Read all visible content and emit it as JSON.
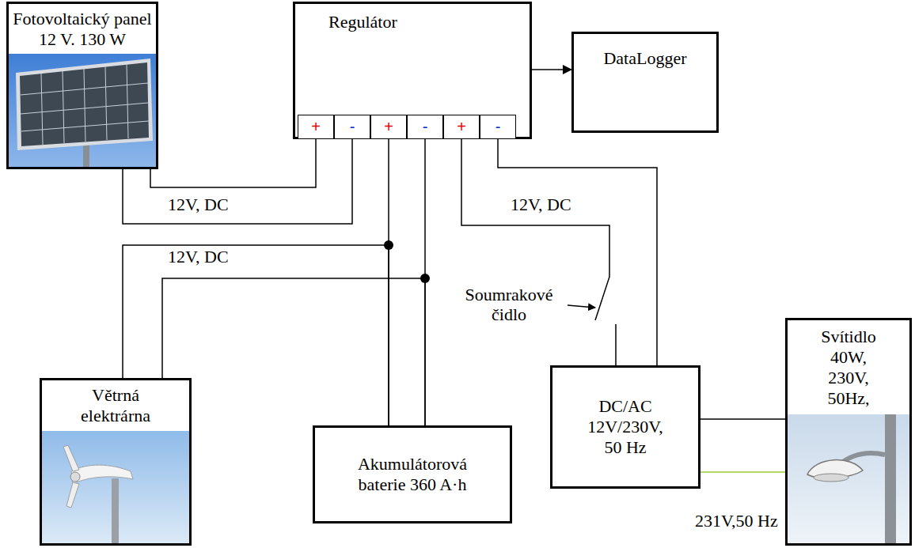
{
  "diagram": {
    "nodes": [
      {
        "text": [
          "Fotovoltaický panel 12 V. 130 W"
        ]
      },
      {
        "text": [
          "Regulátor"
        ]
      },
      {
        "text": [
          "DataLogger"
        ]
      },
      {
        "text": [
          "Větrná elektrárna"
        ]
      },
      {
        "text": [
          "Akumulátorová baterie 360 A·h"
        ]
      },
      {
        "text": [
          "DC/AC 12V/230V, 50 Hz"
        ]
      },
      {
        "text": [
          "Svítidlo 40W, 230V, 50Hz,"
        ]
      }
    ],
    "edges": [
      {
        "from": 0,
        "to": 1,
        "arrow": "none",
        "label": "12V, DC"
      },
      {
        "from": 0,
        "to": 1,
        "arrow": "none"
      },
      {
        "from": 1,
        "to": 2,
        "arrow": "to"
      },
      {
        "from": 1,
        "to": 4,
        "arrow": "none"
      },
      {
        "from": 1,
        "to": 4,
        "arrow": "none"
      },
      {
        "from": 3,
        "to": 4,
        "arrow": "none",
        "label": "12V, DC"
      },
      {
        "from": 3,
        "to": 4,
        "arrow": "none"
      },
      {
        "from": 1,
        "to": 5,
        "arrow": "none",
        "label": "12V, DC"
      },
      {
        "from": 1,
        "to": 5,
        "arrow": "none"
      },
      {
        "from": 5,
        "to": 6,
        "arrow": "none"
      },
      {
        "from": 5,
        "to": 6,
        "arrow": "none"
      }
    ],
    "labels": [
      "+",
      "-",
      "+",
      "-",
      "+",
      "-",
      "Soumrakové čidlo",
      "231V,50 Hz"
    ]
  }
}
